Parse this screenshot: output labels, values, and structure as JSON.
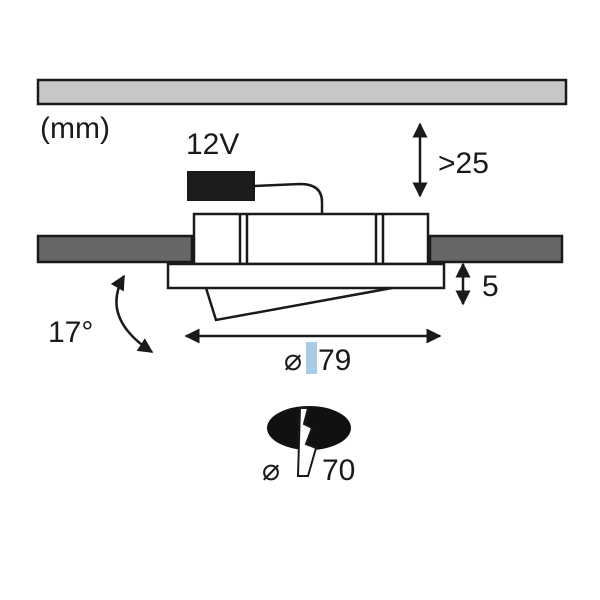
{
  "labels": {
    "unit": "(mm)",
    "voltage": "12V",
    "clearance": ">25",
    "tilt_angle": "17°",
    "bezel_height": "5",
    "outer_diameter": "79",
    "cutout_diameter": "70",
    "diameter_symbol": "⌀"
  },
  "colors": {
    "ceiling_bar": "#c8c8c8",
    "panel": "#666666",
    "transformer": "#1c1c1c",
    "highlight": "#a9cbe6",
    "stroke": "#1a1a1a",
    "cutout_fill": "#111111"
  }
}
